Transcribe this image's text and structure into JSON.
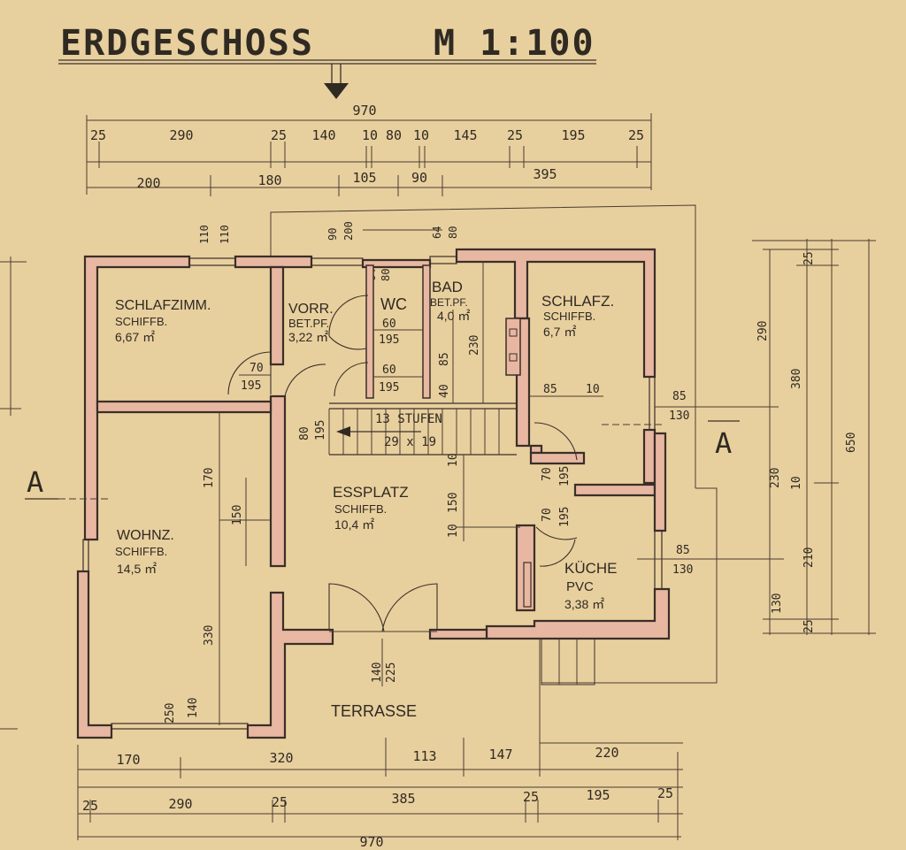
{
  "title": "ERDGESCHOSS",
  "scale": "M 1:100",
  "colors": {
    "paper": "#e8cf9e",
    "wall": "#e8b7a1",
    "ink": "#2f2a22"
  },
  "top_dims": {
    "total": "970",
    "row1": [
      "25",
      "290",
      "25",
      "140",
      "10",
      "80",
      "10",
      "145",
      "25",
      "195",
      "25"
    ],
    "row2": [
      "200",
      "180",
      "105",
      "90",
      "395"
    ],
    "small": [
      "110",
      "110",
      "90",
      "200",
      "64",
      "80",
      "64",
      "80"
    ]
  },
  "bottom_dims": {
    "row1": [
      "170",
      "320",
      "113",
      "147",
      "220"
    ],
    "row2": [
      "25",
      "290",
      "25",
      "385",
      "25",
      "195",
      "25"
    ],
    "total": "970"
  },
  "right_dims": {
    "outer": "650",
    "mid": [
      "25",
      "380",
      "10",
      "210",
      "25"
    ],
    "inner": [
      "290",
      "230",
      "130"
    ]
  },
  "section_label": "A",
  "rooms": [
    {
      "name": "SCHLAFZIMM.",
      "floor": "SCHIFFB.",
      "area": "6,67 ㎡"
    },
    {
      "name": "VORR.",
      "floor": "BET.PF.",
      "area": "3,22 ㎡"
    },
    {
      "name": "WC",
      "floor": "",
      "area": ""
    },
    {
      "name": "BAD",
      "floor": "BET.PF.",
      "area": "4,0 ㎡"
    },
    {
      "name": "SCHLAFZ.",
      "floor": "SCHIFFB.",
      "area": "6,7 ㎡"
    },
    {
      "name": "ESSPLATZ",
      "floor": "SCHIFFB.",
      "area": "10,4 ㎡"
    },
    {
      "name": "WOHNZ.",
      "floor": "SCHIFFB.",
      "area": "14,5 ㎡"
    },
    {
      "name": "KÜCHE",
      "floor": "PVC",
      "area": "3,38 ㎡"
    },
    {
      "name": "TERRASSE",
      "floor": "",
      "area": ""
    }
  ],
  "stairs": {
    "label": "13 STUFEN",
    "size": "29 x 19"
  },
  "openings": {
    "d1a": "70",
    "d1b": "195",
    "wc_a": "60",
    "wc_b": "195",
    "vor_a": "60",
    "vor_b": "195",
    "bad_85": "85",
    "bad_230": "230",
    "bad_40": "40",
    "stair_80": "80",
    "stair_195": "195",
    "sz_85": "85",
    "sz_10": "10",
    "k_70a": "70",
    "k_195a": "195",
    "k_70b": "70",
    "k_195b": "195",
    "ext_85a": "85",
    "ext_130a": "130",
    "ext_85b": "85",
    "ext_130b": "130",
    "ess_10a": "10",
    "ess_150": "150",
    "ess_10b": "10",
    "w_170": "170",
    "w_150": "150",
    "w_330": "330",
    "t_250": "250",
    "t_140": "140",
    "t_140b": "140",
    "t_225": "225"
  }
}
